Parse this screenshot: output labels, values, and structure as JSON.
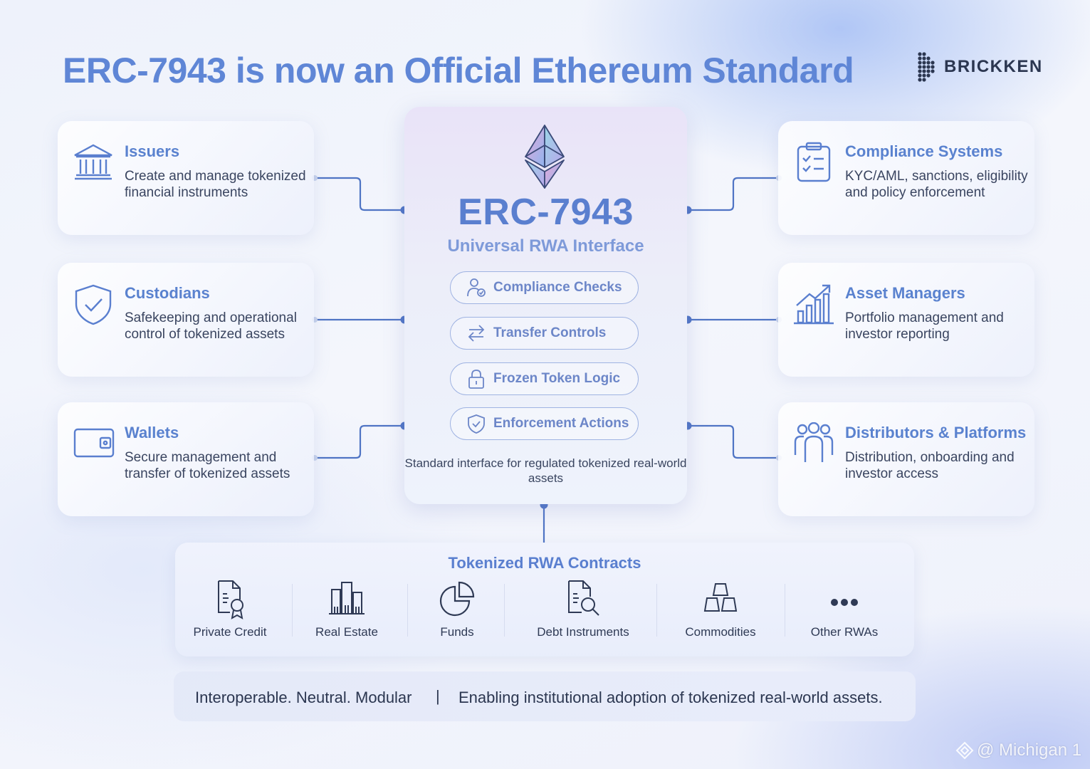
{
  "header": {
    "title": "ERC-7943 is now an Official Ethereum Standard",
    "brand": "BRICKKEN"
  },
  "left_cards": [
    {
      "title": "Issuers",
      "description": "Create and manage tokenized financial instruments",
      "icon": "bank-icon"
    },
    {
      "title": "Custodians",
      "description": "Safekeeping and operational control of tokenized assets",
      "icon": "shield-check-icon"
    },
    {
      "title": "Wallets",
      "description": "Secure management and transfer of tokenized assets",
      "icon": "wallet-icon"
    }
  ],
  "right_cards": [
    {
      "title": "Compliance Systems",
      "description": "KYC/AML, sanctions, eligibility and policy enforcement",
      "icon": "checklist-icon"
    },
    {
      "title": "Asset Managers",
      "description": "Portfolio management and investor reporting",
      "icon": "growth-chart-icon"
    },
    {
      "title": "Distributors & Platforms",
      "description": "Distribution, onboarding and investor access",
      "icon": "people-group-icon"
    }
  ],
  "center": {
    "title": "ERC-7943",
    "subtitle": "Universal RWA Interface",
    "features": [
      {
        "label": "Compliance Checks",
        "icon": "user-check-icon"
      },
      {
        "label": "Transfer Controls",
        "icon": "transfer-arrows-icon"
      },
      {
        "label": "Frozen Token Logic",
        "icon": "lock-icon"
      },
      {
        "label": "Enforcement Actions",
        "icon": "shield-check-icon"
      }
    ],
    "note": "Standard interface for regulated tokenized real-world assets"
  },
  "contracts": {
    "title": "Tokenized RWA Contracts",
    "assets": [
      {
        "label": "Private Credit",
        "icon": "document-badge-icon"
      },
      {
        "label": "Real Estate",
        "icon": "buildings-icon"
      },
      {
        "label": "Funds",
        "icon": "pie-chart-icon"
      },
      {
        "label": "Debt Instruments",
        "icon": "document-search-icon"
      },
      {
        "label": "Commodities",
        "icon": "gold-bars-icon"
      },
      {
        "label": "Other RWAs",
        "icon": "more-dots-icon"
      }
    ]
  },
  "footer": {
    "left": "Interoperable. Neutral. Modular",
    "divider": "|",
    "right": "Enabling institutional adoption of tokenized real-world assets."
  },
  "watermark": "@ Michigan 1",
  "colors": {
    "accent": "#5a7fcf",
    "title": "#5f86d6",
    "connector": "#4f74c4",
    "text": "#2f3a55"
  }
}
